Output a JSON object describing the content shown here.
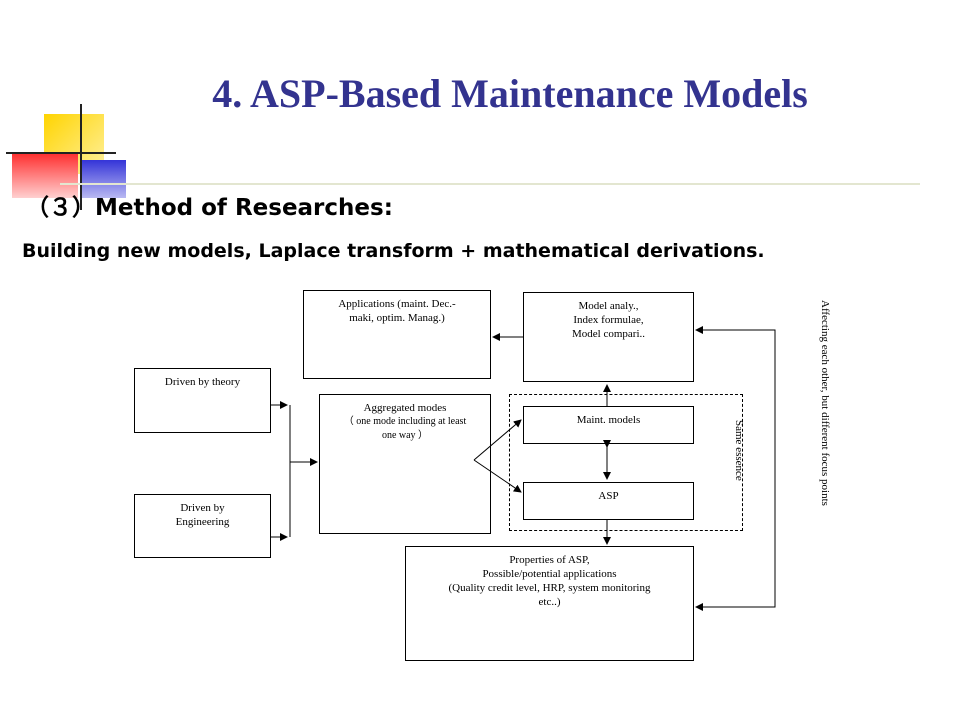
{
  "slide": {
    "title": "4. ASP-Based Maintenance Models",
    "subheading": "（３）Method of Researches:",
    "description": "Building new models, Laplace transform + mathematical derivations."
  },
  "diagram": {
    "nodes": {
      "applications": [
        "Applications (maint. Dec.-",
        "maki, optim. Manag.)"
      ],
      "model_analysis": [
        "Model analy.,",
        "Index formulae,",
        "Model compari.."
      ],
      "driven_by_theory": [
        "Driven by theory"
      ],
      "driven_by_engineering": [
        "Driven by",
        "Engineering"
      ],
      "aggregated_modes": [
        "Aggregated modes",
        "（ one mode including at least",
        "one way ）"
      ],
      "maint_models": [
        "Maint. models"
      ],
      "asp": [
        "ASP"
      ],
      "properties": [
        "Properties of ASP,",
        "Possible/potential applications",
        "(Quality credit level, HRP, system monitoring",
        "etc..)"
      ]
    },
    "labels": {
      "same_essence": "Same essence",
      "affecting": "Affecting each other, but different focus points"
    }
  },
  "colors": {
    "title": "#33338f",
    "deco_yellow": "#ffe13a",
    "deco_blue": "#3f3fd6",
    "deco_red": "#ff3535",
    "rule": "#e3e6d0"
  }
}
